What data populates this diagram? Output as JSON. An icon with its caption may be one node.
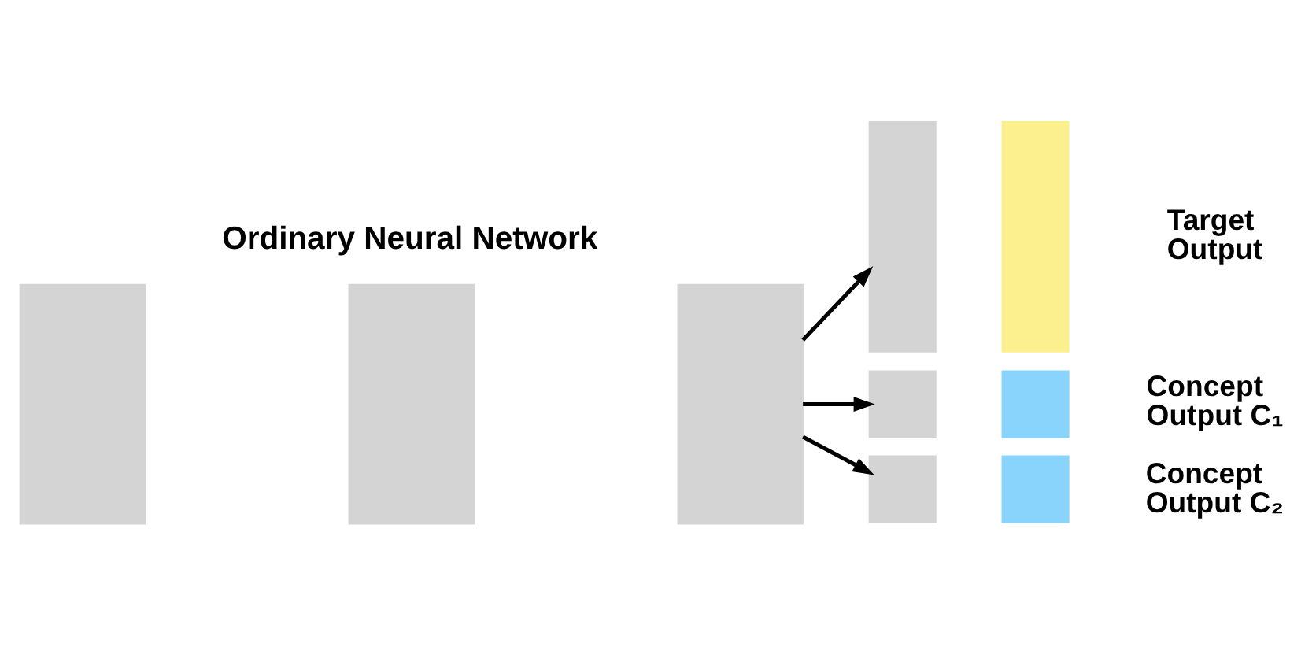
{
  "diagram": {
    "nodes": [
      {
        "text": [],
        "shape": "box"
      },
      {
        "text": [],
        "shape": "box"
      },
      {
        "text": [],
        "shape": "box"
      },
      {
        "text": [],
        "shape": "box"
      },
      {
        "text": [],
        "shape": "box",
        "beside": [
          "Target Output"
        ]
      },
      {
        "text": [],
        "shape": "box"
      },
      {
        "text": [],
        "shape": "box",
        "beside": [
          "Concept Output C₁"
        ]
      },
      {
        "text": [],
        "shape": "box"
      },
      {
        "text": [],
        "shape": "box",
        "beside": [
          "Concept Output C₂"
        ]
      }
    ],
    "edges": [
      {
        "from": 2,
        "to": 3,
        "arrow": "to"
      },
      {
        "from": 2,
        "to": 5,
        "arrow": "to"
      },
      {
        "from": 2,
        "to": 7,
        "arrow": "to"
      }
    ],
    "labels": [
      "Ordinary Neural Network"
    ]
  }
}
